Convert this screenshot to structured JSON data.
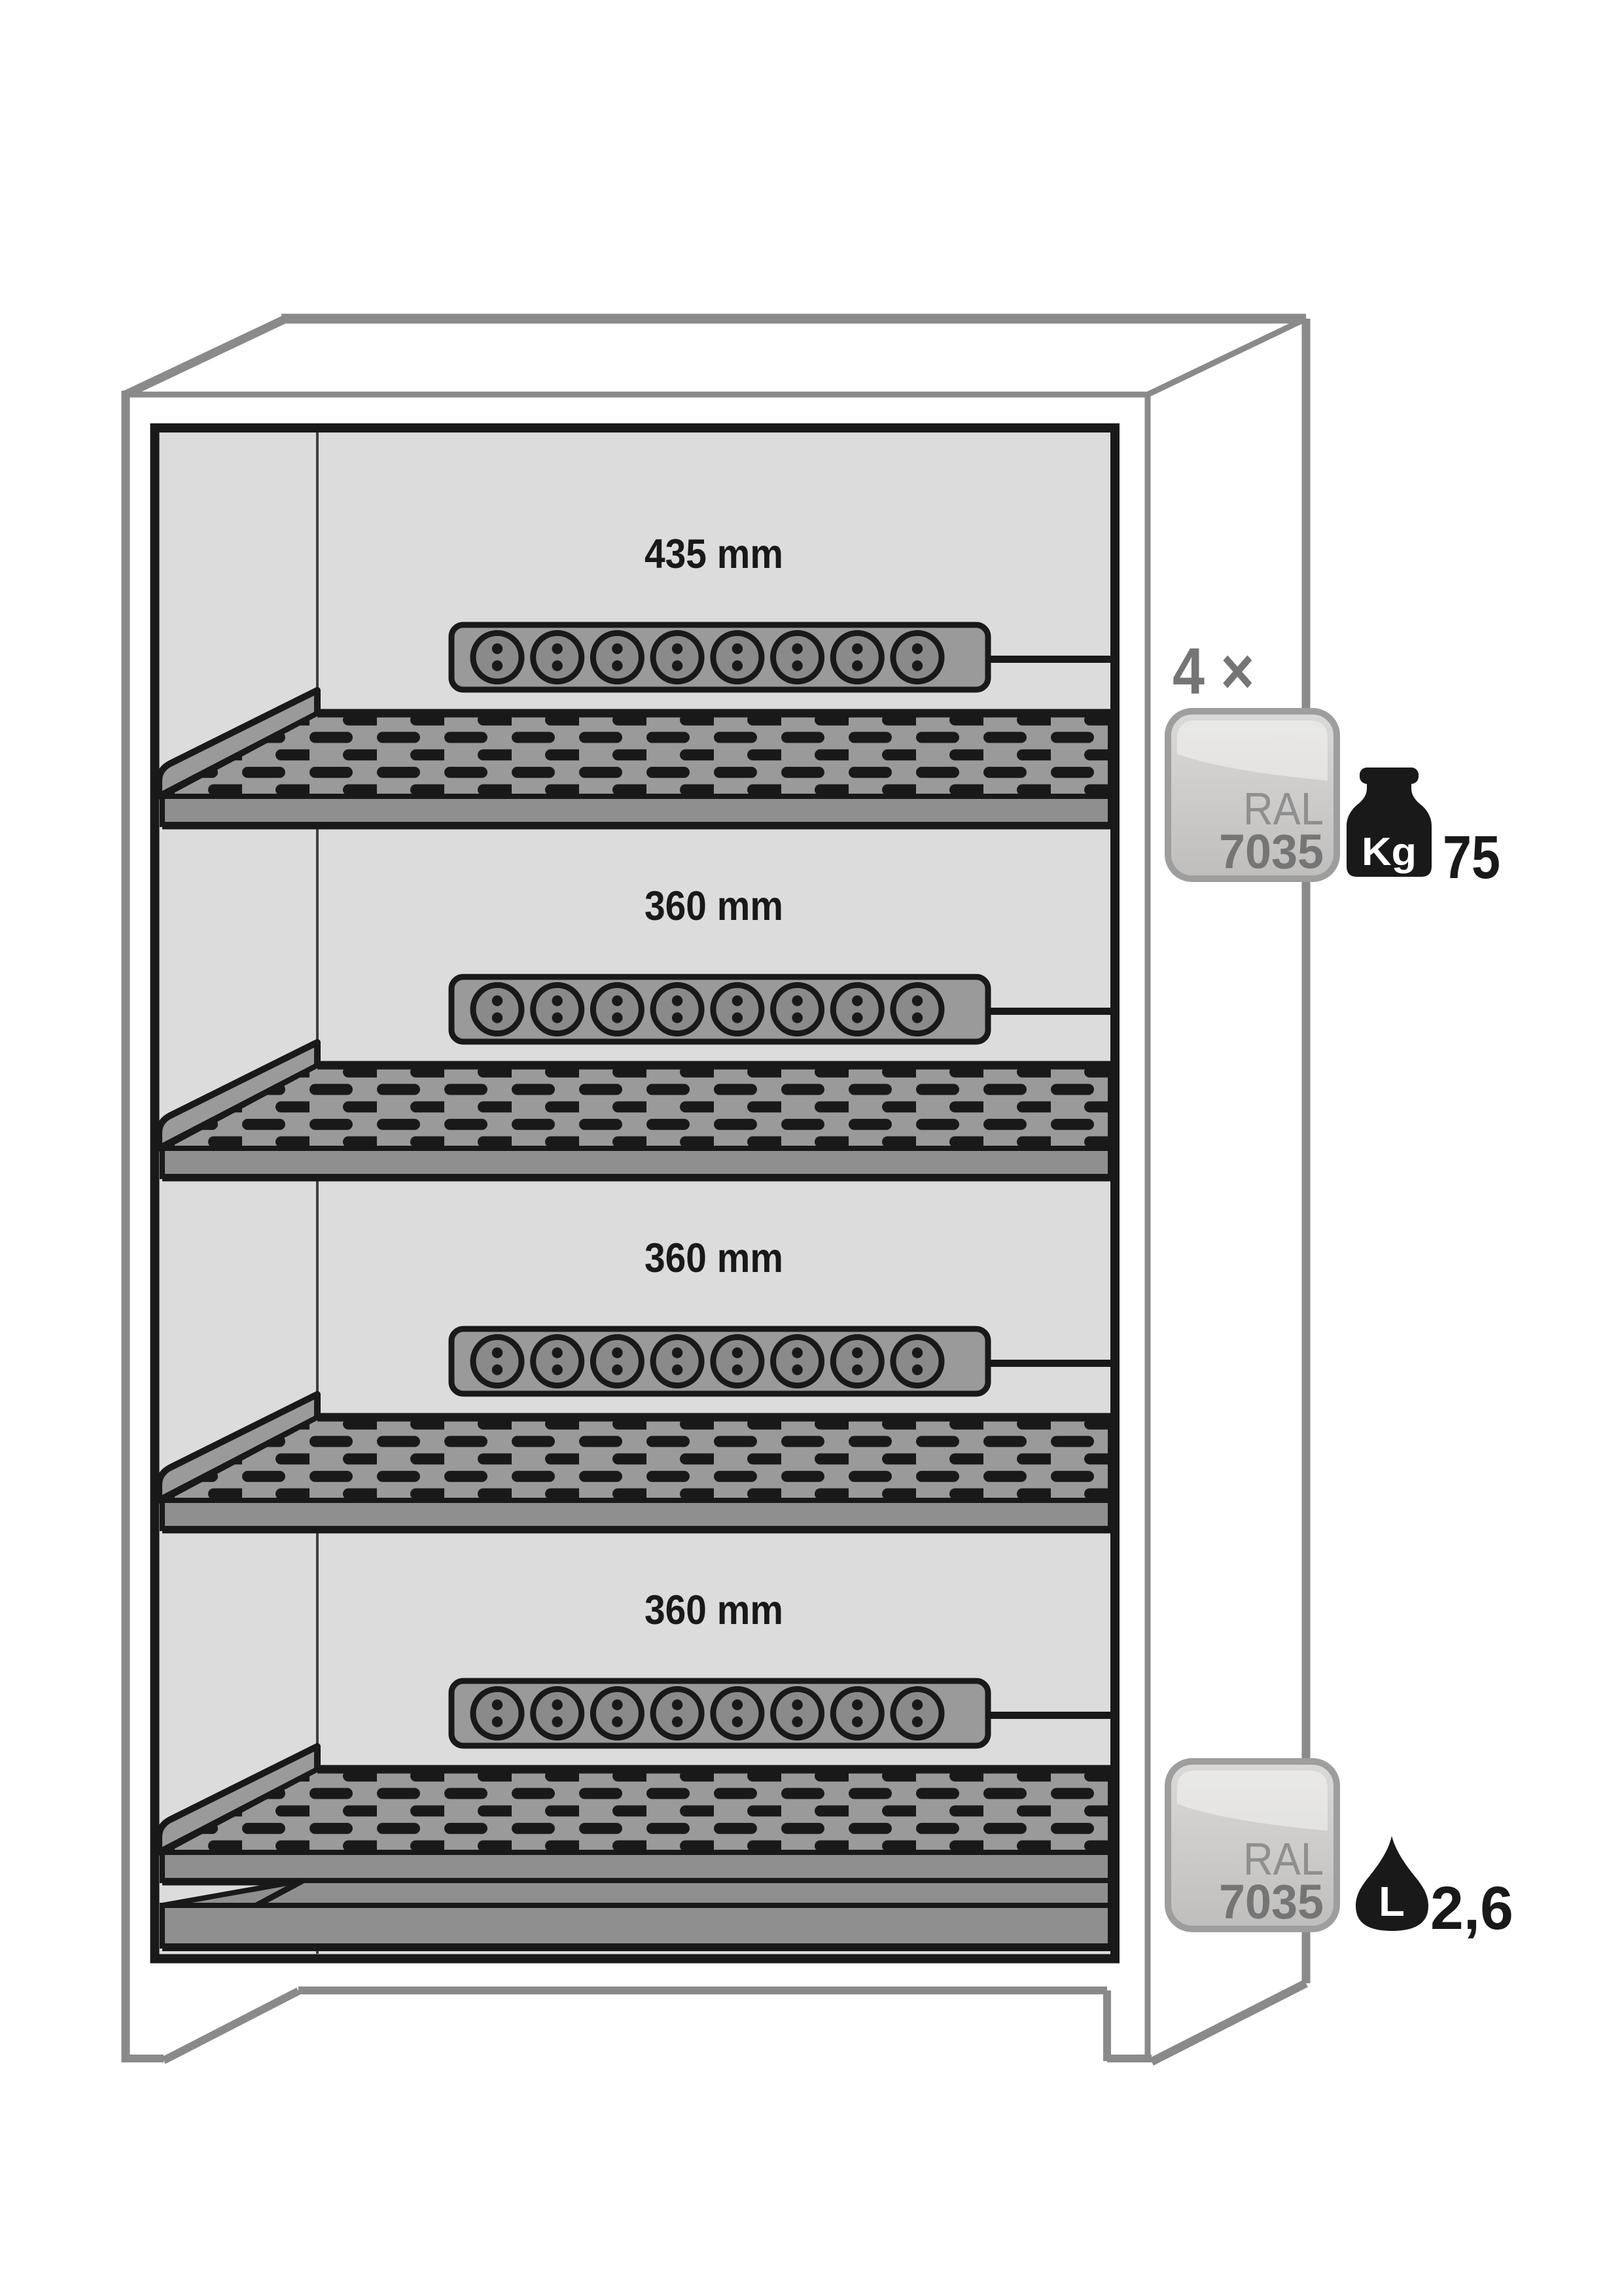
{
  "diagram": {
    "compartments": [
      {
        "height_label": "435 mm"
      },
      {
        "height_label": "360 mm"
      },
      {
        "height_label": "360 mm"
      },
      {
        "height_label": "360 mm"
      }
    ],
    "shelf_quantity": "4 ×",
    "power_strip_count": 4,
    "sockets_per_strip": 8,
    "color_badges": [
      {
        "standard": "RAL",
        "code": "7035"
      },
      {
        "standard": "RAL",
        "code": "7035"
      }
    ],
    "load_capacity": {
      "unit": "Kg",
      "value": "75"
    },
    "sump_volume": {
      "unit": "L",
      "value": "2,6"
    }
  },
  "colors": {
    "background": "#ffffff",
    "cabinet_outline": "#8a8a8a",
    "interior_fill": "#dcdcdc",
    "line_black": "#191919",
    "metal_gray": "#9a9a9a",
    "metal_dark_gray": "#8f8f8f",
    "socket_fill": "#8a8a8a",
    "back_wall_line": "#3f3f3f",
    "badge_stroke": "#9e9e9e",
    "badge_text": "#757575",
    "badge_text_light": "#8f8f8f"
  }
}
